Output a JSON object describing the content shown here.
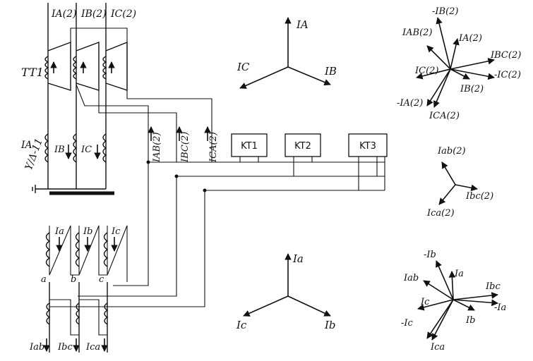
{
  "primary_currents": [
    "IA(2)",
    "IB(2)",
    "IC(2)"
  ],
  "transformer_label": "TT1",
  "winding_labels": [
    "IA",
    "IB",
    "IC"
  ],
  "connection_label": "Y/Δ-11",
  "line_currents": [
    "IAB(2)",
    "IBC(2)",
    "ICA(2)"
  ],
  "relays": [
    "KT1",
    "KT2",
    "KT3"
  ],
  "phasor_upper": {
    "up": "IA",
    "left": "IC",
    "right": "IB"
  },
  "phasor_upper_right": [
    "-IB(2)",
    "IAB(2)",
    "IA(2)",
    "IBC(2)",
    "-IC(2)",
    "IC(2)",
    "IB(2)",
    "-IA(2)",
    "ICA(2)"
  ],
  "phasor_middle_right": [
    "Iab(2)",
    "Ibc(2)",
    "Ica(2)"
  ],
  "secondary_currents": [
    "Ia",
    "Ib",
    "Ic"
  ],
  "terminals": [
    "a",
    "b",
    "c"
  ],
  "output_currents": [
    "Iab",
    "Ibc",
    "Ica"
  ],
  "phasor_lower": {
    "up": "Ia",
    "left": "Ic",
    "right": "Ib"
  },
  "phasor_lower_right": [
    "-Ib",
    "Iab",
    "Ia",
    "Ibc",
    "Ic",
    "-Ia",
    "-Ic",
    "Ib",
    "Ica"
  ]
}
